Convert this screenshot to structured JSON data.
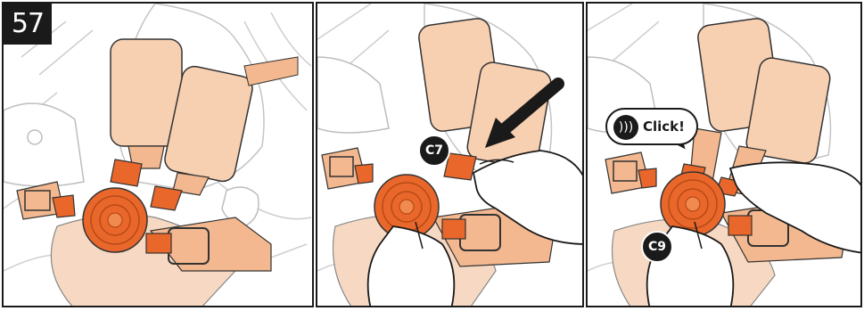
{
  "step": {
    "number": "57"
  },
  "panels": [
    {
      "id": "panel-1"
    },
    {
      "id": "panel-2",
      "callout": "C7"
    },
    {
      "id": "panel-3",
      "callout": "C9",
      "sound_label": "Click!"
    }
  ],
  "colors": {
    "buckle_orange": "#e9672a",
    "pad_peach": "#f7cfb1",
    "strap_peach": "#f3b88f",
    "line_gray": "#c8c8c8",
    "ink": "#1a1a1a"
  },
  "icons": {
    "sound": "sound-waves-icon",
    "arrow": "push-arrow-icon"
  }
}
